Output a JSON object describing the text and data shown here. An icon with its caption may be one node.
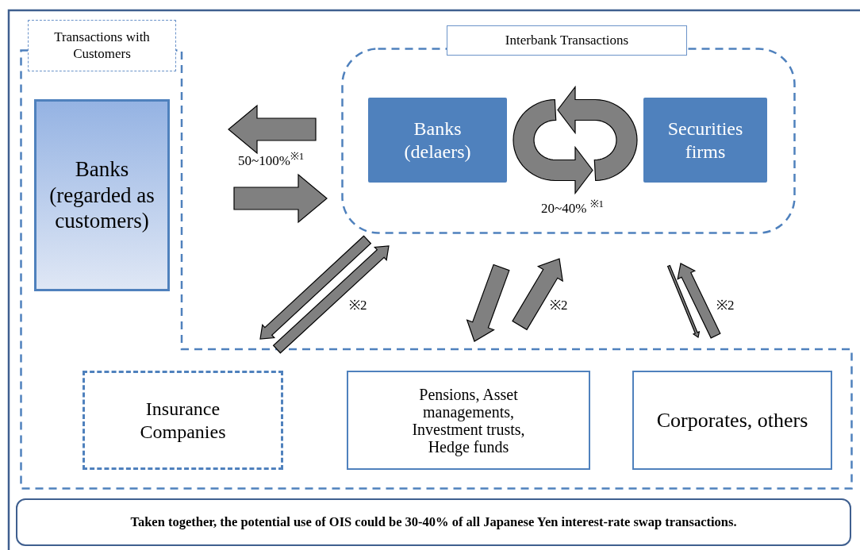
{
  "diagram": {
    "nodes": [
      {
        "text": [
          "Transactions with Customers"
        ]
      },
      {
        "text": [
          "Interbank Transactions"
        ]
      },
      {
        "text": [
          "Banks (regarded as customers)"
        ],
        "in": 0
      },
      {
        "text": [
          "Banks (delaers)"
        ],
        "in": 1
      },
      {
        "text": [
          "Securities firms"
        ],
        "in": 1
      },
      {
        "text": [
          "Insurance Companies"
        ],
        "in": 0
      },
      {
        "text": [
          "Pensions, Asset managements, Investment trusts, Hedge funds"
        ],
        "in": 0
      },
      {
        "text": [
          "Corporates, others"
        ],
        "in": 0
      },
      {
        "text": [
          "Taken together, the potential use of  OIS could be 30-40% of all Japanese Yen interest-rate swap transactions."
        ]
      }
    ],
    "edges": [
      {
        "from": 1,
        "to": 2,
        "arrow": "to"
      },
      {
        "from": 2,
        "to": 1,
        "arrow": "to"
      },
      {
        "from": 3,
        "to": 4,
        "arrow": "to"
      },
      {
        "from": 4,
        "to": 3,
        "arrow": "to"
      },
      {
        "from": 1,
        "to": 5,
        "arrow": "to"
      },
      {
        "from": 5,
        "to": 1,
        "arrow": "to"
      },
      {
        "from": 1,
        "to": 6,
        "arrow": "to"
      },
      {
        "from": 6,
        "to": 1,
        "arrow": "to"
      },
      {
        "from": 1,
        "to": 7,
        "arrow": "to"
      },
      {
        "from": 7,
        "to": 1,
        "arrow": "to"
      }
    ],
    "labels": [
      "50~100%$^{※1}$",
      "20~40% $^{※1}$",
      "※2",
      "※2",
      "※2"
    ]
  }
}
